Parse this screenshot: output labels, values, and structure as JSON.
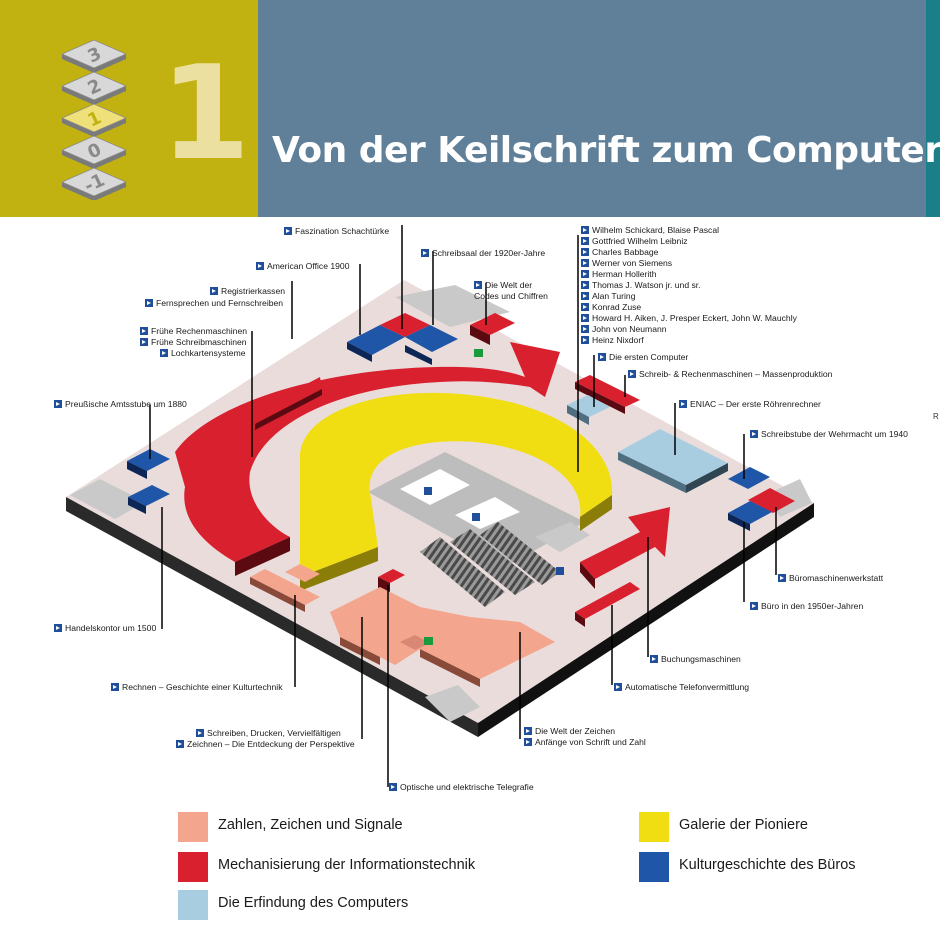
{
  "header": {
    "floor_number": "1",
    "title": "Von der Keilschrift zum Computer",
    "floor_stack": [
      "3",
      "2",
      "1",
      "0",
      "-1"
    ],
    "colors": {
      "olive": "#c1b211",
      "slate": "#5f8098",
      "teal": "#1b7f8a"
    }
  },
  "labels": [
    {
      "id": "faszination",
      "text": "Faszination Schachtürke"
    },
    {
      "id": "schreibsaal",
      "text": "Schreibsaal der 1920er-Jahre"
    },
    {
      "id": "american-office",
      "text": "American Office 1900"
    },
    {
      "id": "welt-codes",
      "text": "Die Welt der Codes und Chiffren"
    },
    {
      "id": "registrierkassen",
      "text": "Registrierkassen"
    },
    {
      "id": "fernsprechen",
      "text": "Fernsprechen und Fernschreiben"
    },
    {
      "id": "fruehe-rechen",
      "text": "Frühe Rechenmaschinen"
    },
    {
      "id": "fruehe-schreib",
      "text": "Frühe Schreibmaschinen"
    },
    {
      "id": "lochkarten",
      "text": "Lochkartensysteme"
    },
    {
      "id": "preussische",
      "text": "Preußische Amtsstube um 1880"
    },
    {
      "id": "handelskontor",
      "text": "Handelskontor um 1500"
    },
    {
      "id": "rechnen",
      "text": "Rechnen – Geschichte einer Kulturtechnik"
    },
    {
      "id": "schreiben",
      "text": "Schreiben, Drucken, Vervielfältigen"
    },
    {
      "id": "zeichnen",
      "text": "Zeichnen – Die Entdeckung der Perspektive"
    },
    {
      "id": "optische",
      "text": "Optische und elektrische Telegrafie"
    },
    {
      "id": "welt-zeichen",
      "text": "Die Welt der Zeichen"
    },
    {
      "id": "anfaenge",
      "text": "Anfänge von Schrift und Zahl"
    },
    {
      "id": "automatische",
      "text": "Automatische Telefonvermittlung"
    },
    {
      "id": "buchungs",
      "text": "Buchungsmaschinen"
    },
    {
      "id": "buero-1950",
      "text": "Büro in den 1950er-Jahren"
    },
    {
      "id": "bueromaschinen",
      "text": "Büromaschinenwerkstatt"
    },
    {
      "id": "wehrmacht",
      "text": "Schreibstube der Wehrmacht um 1940"
    },
    {
      "id": "enac",
      "text": "ENIAC – Der erste Röhrenrechner"
    },
    {
      "id": "schreib-rechen",
      "text": "Schreib- & Rechenmaschinen – Massenproduktion"
    },
    {
      "id": "erste-computer",
      "text": "Die ersten Computer"
    }
  ],
  "pioneers": [
    "Wilhelm Schickard, Blaise Pascal",
    "Gottfried Wilhelm Leibniz",
    "Charles Babbage",
    "Werner von Siemens",
    "Herman Hollerith",
    "Thomas J. Watson jr. und sr.",
    "Alan Turing",
    "Konrad Zuse",
    "Howard H. Aiken, J. Presper Eckert, John W. Mauchly",
    "John von Neumann",
    "Heinz Nixdorf"
  ],
  "legend": [
    {
      "label": "Zahlen, Zeichen und Signale",
      "color": "#f3a58e"
    },
    {
      "label": "Mechanisierung der Informationstechnik",
      "color": "#d9202f"
    },
    {
      "label": "Die Erfindung des Computers",
      "color": "#a8cde0"
    },
    {
      "label": "Galerie der Pioniere",
      "color": "#f1de12"
    },
    {
      "label": "Kulturgeschichte des Büros",
      "color": "#1f56a8"
    }
  ],
  "edge_letter": "R"
}
